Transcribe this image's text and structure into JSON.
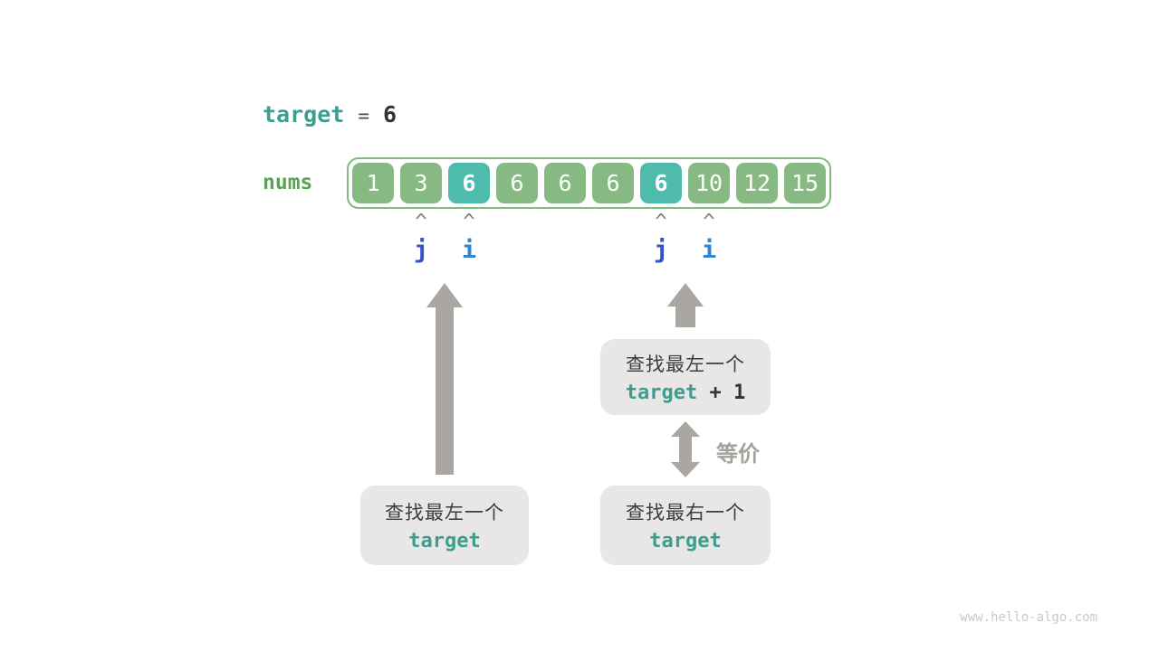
{
  "target_line": {
    "variable": "target",
    "operator": "=",
    "value": "6"
  },
  "array": {
    "label": "nums",
    "cells": [
      {
        "value": "1",
        "highlighted": false
      },
      {
        "value": "3",
        "highlighted": false
      },
      {
        "value": "6",
        "highlighted": true
      },
      {
        "value": "6",
        "highlighted": false
      },
      {
        "value": "6",
        "highlighted": false
      },
      {
        "value": "6",
        "highlighted": false
      },
      {
        "value": "6",
        "highlighted": true
      },
      {
        "value": "10",
        "highlighted": false
      },
      {
        "value": "12",
        "highlighted": false
      },
      {
        "value": "15",
        "highlighted": false
      }
    ]
  },
  "pointers": [
    {
      "label": "j",
      "cell_index": 1,
      "color": "#3353c8"
    },
    {
      "label": "i",
      "cell_index": 2,
      "color": "#2e86d1"
    },
    {
      "label": "j",
      "cell_index": 6,
      "color": "#3353c8"
    },
    {
      "label": "i",
      "cell_index": 7,
      "color": "#2e86d1"
    }
  ],
  "callouts": {
    "search_leftmost_target": {
      "text": "查找最左一个",
      "code": "target",
      "suffix": ""
    },
    "search_leftmost_target_plus_one": {
      "text": "查找最左一个",
      "code": "target",
      "suffix": " + 1"
    },
    "search_rightmost_target": {
      "text": "查找最右一个",
      "code": "target",
      "suffix": ""
    }
  },
  "equivalence_label": "等价",
  "watermark": "www.hello-algo.com",
  "colors": {
    "teal_code": "#3b9e8e",
    "nums_label_green": "#5ba352",
    "cell_green": "#87ba82",
    "cell_highlight_teal": "#4ebcac",
    "array_border_green": "#84ba7e",
    "callout_background": "#e8e7e5",
    "arrow_gray": "#aaa6a1",
    "pointer_j_blue": "#3353c8",
    "pointer_i_blue": "#2e86d1"
  }
}
